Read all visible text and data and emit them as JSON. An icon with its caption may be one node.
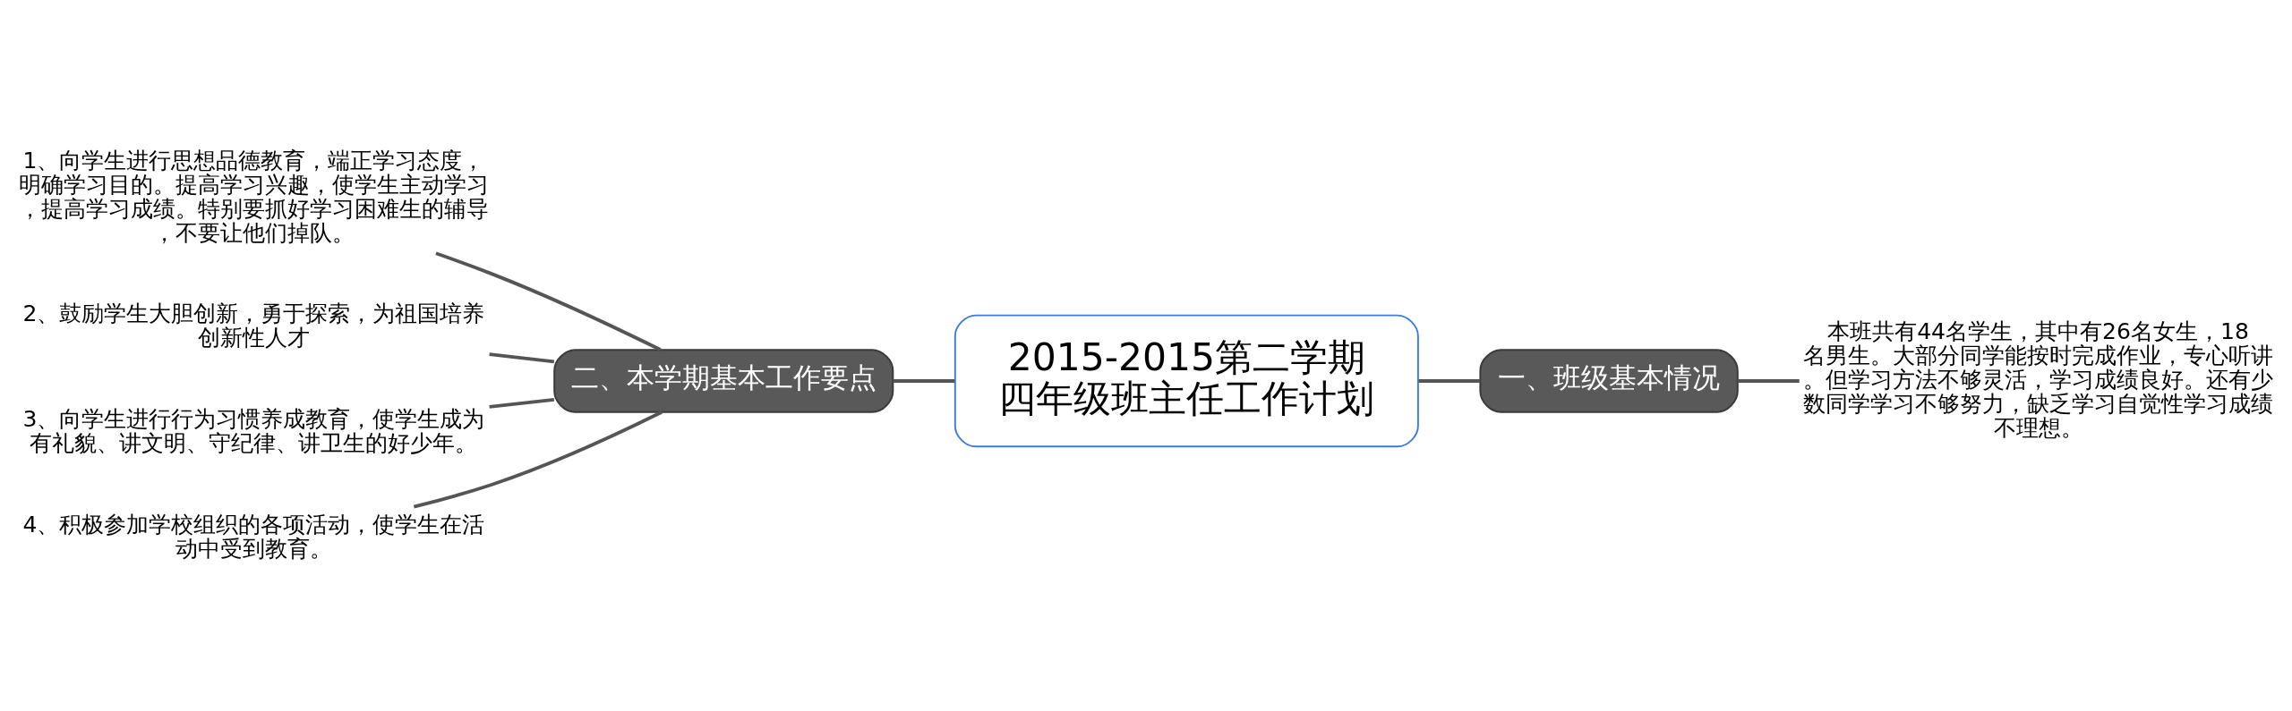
{
  "diagram": {
    "nodes": [
      {
        "text": [
          "2015-2015第二学期四年级班主任工作计划"
        ]
      },
      {
        "text": [
          "一、班级基本情况"
        ]
      },
      {
        "text": [
          "本班共有44名学生，其中有26名女生，18名男生。大部分同学能按时完成作业，专心听讲。但学习方法不够灵活，学习成绩良好。还有少数同学学习不够努力，缺乏学习自觉性学习成绩不理想。"
        ]
      },
      {
        "text": [
          "二、本学期基本工作要点"
        ]
      },
      {
        "text": [
          "1、向学生进行思想品德教育，端正学习态度，明确学习目的。提高学习兴趣，使学生主动学习，提高学习成绩。特别要抓好学习困难生的辅导，不要让他们掉队。"
        ]
      },
      {
        "text": [
          "2、鼓励学生大胆创新，勇于探索，为祖国培养创新性人才"
        ]
      },
      {
        "text": [
          "3、向学生进行行为习惯养成教育，使学生成为有礼貌、讲文明、守纪律、讲卫生的好少年。"
        ]
      },
      {
        "text": [
          "4、积极参加学校组织的各项活动，使学生在活动中受到教育。"
        ]
      }
    ],
    "edges": [
      {
        "from": 0,
        "to": 1,
        "arrow": "none"
      },
      {
        "from": 1,
        "to": 2,
        "arrow": "none"
      },
      {
        "from": 0,
        "to": 3,
        "arrow": "none"
      },
      {
        "from": 3,
        "to": 4,
        "arrow": "none"
      },
      {
        "from": 3,
        "to": 5,
        "arrow": "none"
      },
      {
        "from": 3,
        "to": 6,
        "arrow": "none"
      },
      {
        "from": 3,
        "to": 7,
        "arrow": "none"
      }
    ]
  }
}
